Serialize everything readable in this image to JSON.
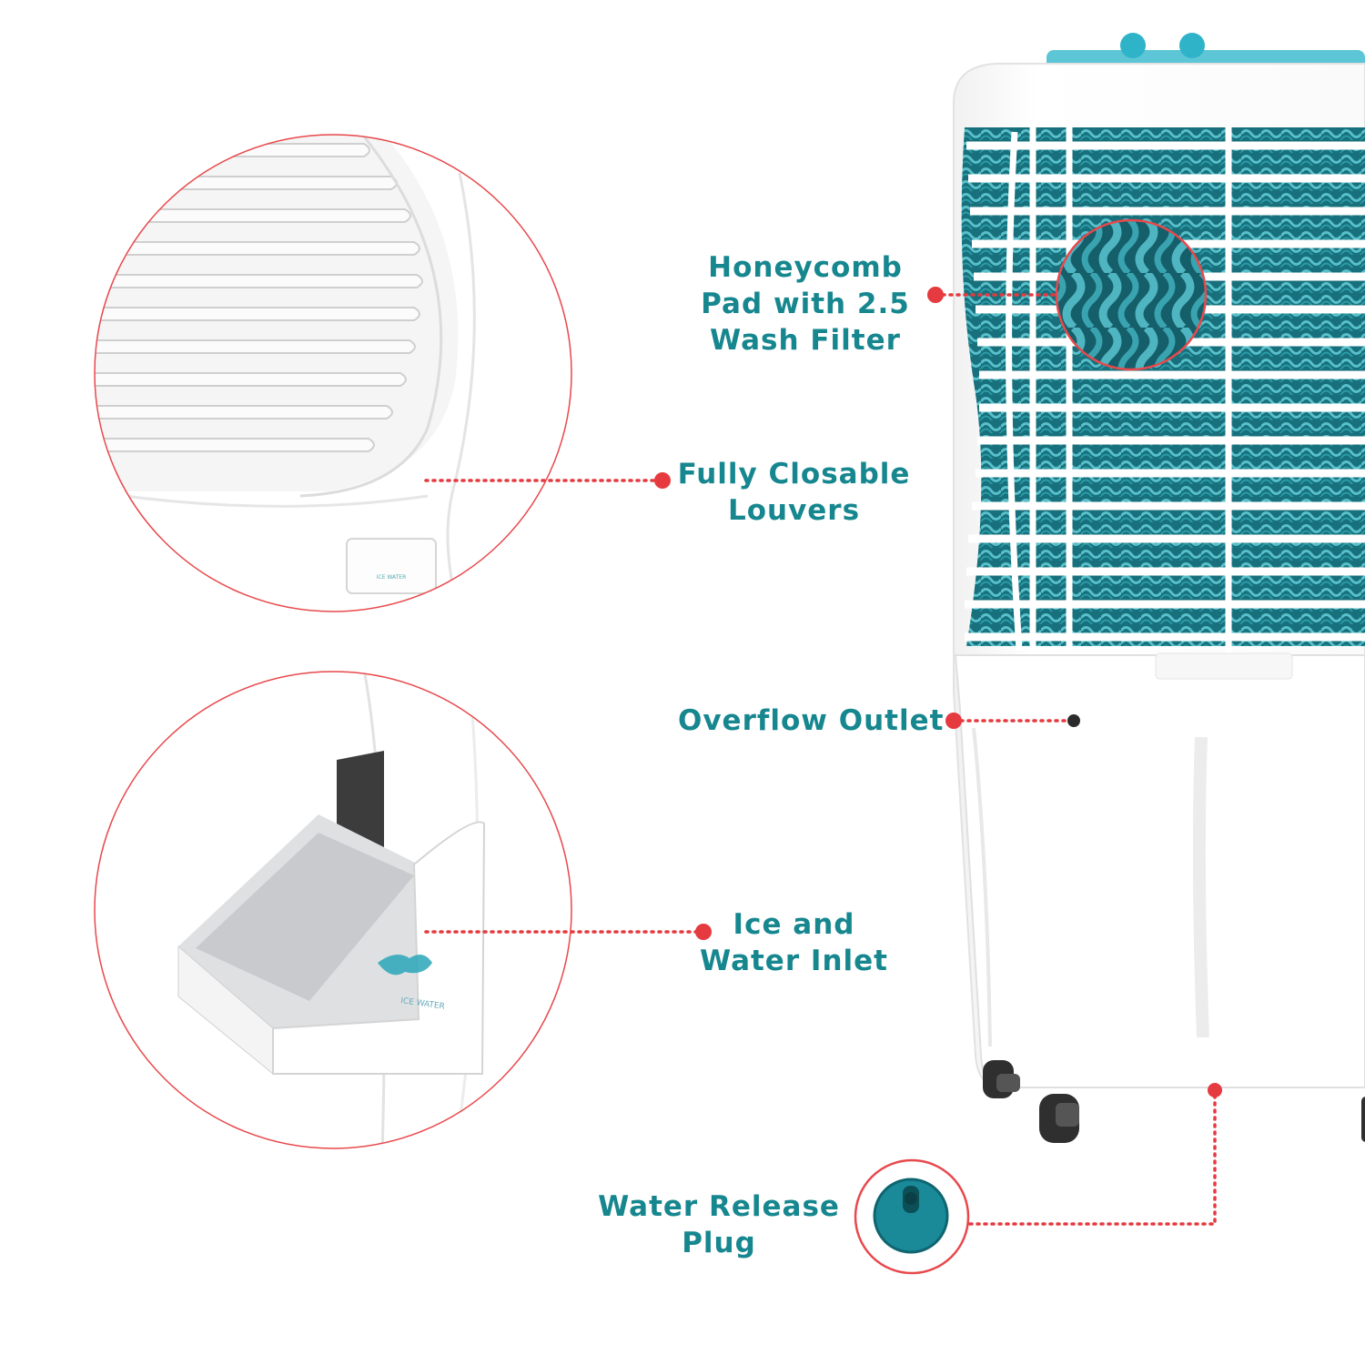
{
  "colors": {
    "label_teal": "#16868f",
    "accent_red": "#e53a3f",
    "pad_teal": "#1d7f8c",
    "body_white": "#ffffff"
  },
  "features": {
    "honeycomb": {
      "lines": [
        "Honeycomb",
        "Pad with 2.5",
        "Wash Filter"
      ],
      "icon": "honeycomb-pad-zoom"
    },
    "louvers": {
      "lines": [
        "Fully Closable",
        "Louvers"
      ],
      "icon": "louver-zoom"
    },
    "overflow": {
      "lines": [
        "Overflow Outlet"
      ],
      "icon": "overflow-hole"
    },
    "inlet": {
      "lines": [
        "Ice and",
        "Water Inlet"
      ],
      "icon": "ice-drawer-zoom"
    },
    "plug": {
      "lines": [
        "Water Release",
        "Plug"
      ],
      "icon": "drain-plug-zoom"
    }
  },
  "product": {
    "brand_tag_text": "ICE WATER"
  }
}
